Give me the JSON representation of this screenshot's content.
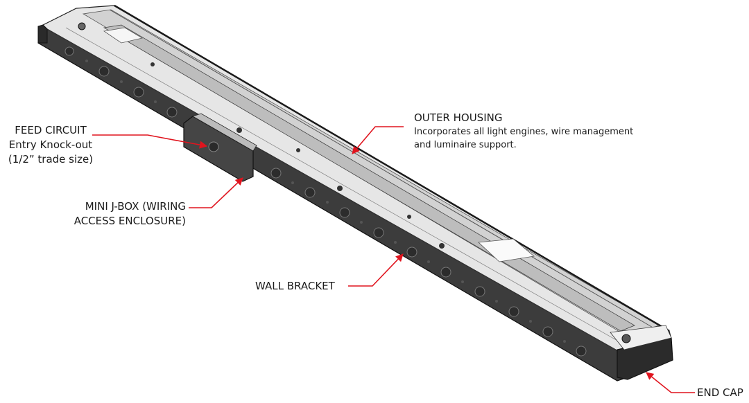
{
  "diagram": {
    "subject": "Linear luminaire with wall bracket (isometric view)",
    "callout_color": "#e0141e",
    "callouts": [
      {
        "id": "feed-circuit",
        "title": "FEED CIRCUIT",
        "lines": [
          "Entry Knock-out",
          "(1/2” trade size)"
        ]
      },
      {
        "id": "mini-jbox",
        "title": "MINI J-BOX (WIRING",
        "lines": [
          "ACCESS ENCLOSURE)"
        ]
      },
      {
        "id": "outer-housing",
        "title": "OUTER HOUSING",
        "lines": [
          "Incorporates all light engines, wire management",
          "and luminaire support."
        ]
      },
      {
        "id": "wall-bracket",
        "title": "WALL BRACKET",
        "lines": []
      },
      {
        "id": "end-cap",
        "title": "END CAP",
        "lines": []
      }
    ]
  }
}
